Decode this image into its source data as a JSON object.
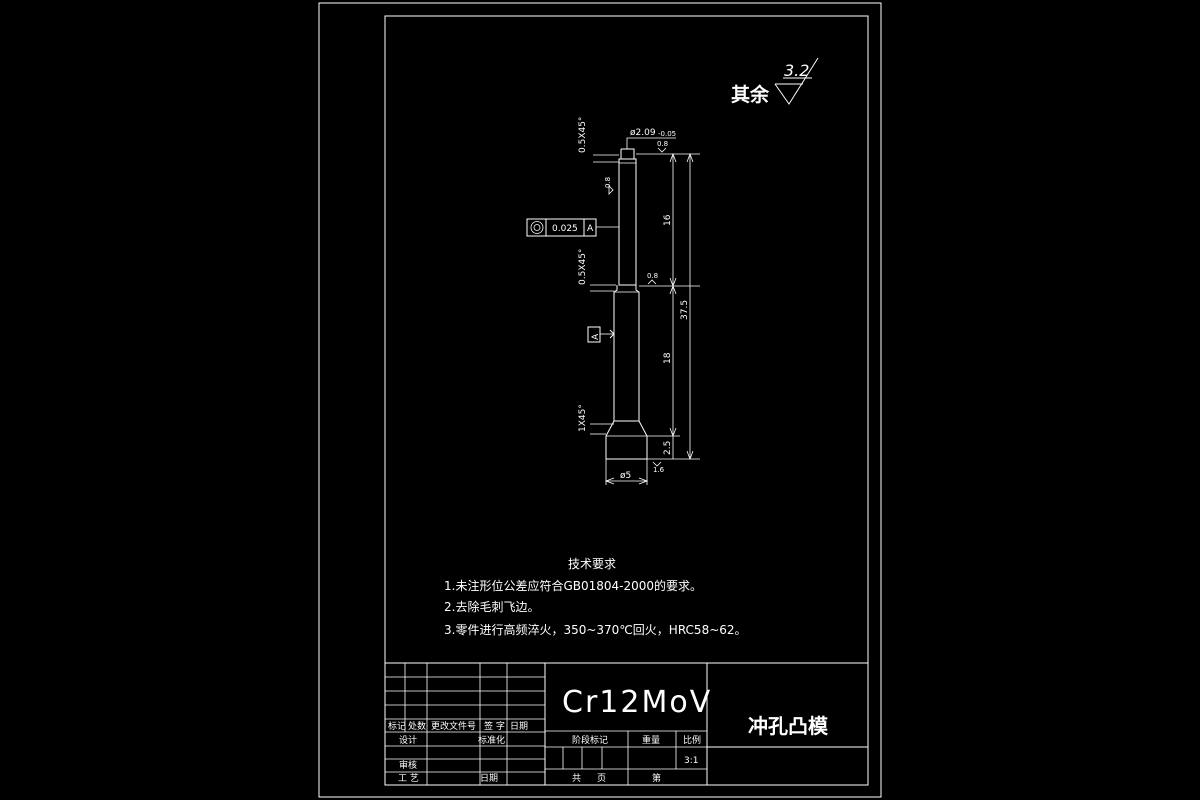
{
  "surface_roughness": {
    "prefix": "其余",
    "value": "3.2"
  },
  "dimensions": {
    "top_chamfer": "0.5X45°",
    "tip_diameter": "ø2.09",
    "tip_tolerance": "-0.05",
    "mid_chamfer": "0.5X45°",
    "bottom_chamfer": "1X45°",
    "len_16": "16",
    "len_18": "18",
    "len_37_5": "37.5",
    "len_2_5": "2.5",
    "head_diameter": "ø5",
    "rough_08_a": "0.8",
    "rough_08_b": "0.8",
    "rough_08_c": "0.8",
    "rough_16": "1.6",
    "coaxiality_value": "0.025",
    "coaxiality_ref": "A",
    "datum_label": "A"
  },
  "technical_requirements": {
    "heading": "技术要求",
    "items": [
      "1.未注形位公差应符合GB01804-2000的要求。",
      "2.去除毛刺飞边。",
      "3.零件进行高频淬火，350~370℃回火，HRC58~62。"
    ]
  },
  "title_block": {
    "material": "Cr12MoV",
    "part_name": "冲孔凸模",
    "scale": "3:1",
    "rev_headers": [
      "标记",
      "处数",
      "更改文件号",
      "签 字",
      "日期"
    ],
    "design": "设计",
    "standardization": "标准化",
    "review": "审核",
    "process": "工 艺",
    "date": "日期",
    "stage_mark": "阶段标记",
    "weight": "重量",
    "scale_label": "比例",
    "sheet_total": "共",
    "sheet_label": "页",
    "sheet_no": "第"
  }
}
